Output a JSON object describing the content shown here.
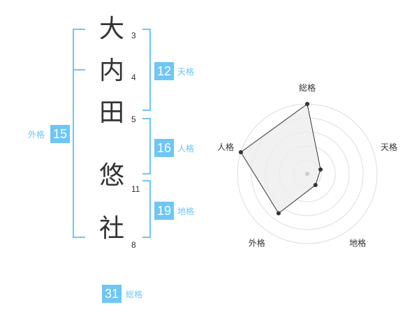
{
  "colors": {
    "accent": "#6ec6f5",
    "text": "#333333",
    "grid": "#dddddd",
    "fill": "#eeeeee"
  },
  "name": {
    "chars": [
      {
        "char": "大",
        "strokes": "3"
      },
      {
        "char": "内",
        "strokes": "4"
      },
      {
        "char": "田",
        "strokes": "5"
      },
      {
        "char": "悠",
        "strokes": "11"
      },
      {
        "char": "社",
        "strokes": "8"
      }
    ]
  },
  "fortune": {
    "tenkaku": {
      "label": "天格",
      "value": "12"
    },
    "jinkaku": {
      "label": "人格",
      "value": "16"
    },
    "chikaku": {
      "label": "地格",
      "value": "19"
    },
    "gaikaku": {
      "label": "外格",
      "value": "15"
    },
    "soukaku": {
      "label": "総格",
      "value": "31"
    }
  },
  "chart_data": {
    "type": "radar",
    "axes": [
      "総格",
      "天格",
      "地格",
      "外格",
      "人格"
    ],
    "values": [
      5,
      1,
      1,
      3.5,
      5
    ],
    "range": [
      0,
      5
    ],
    "grid": true
  }
}
